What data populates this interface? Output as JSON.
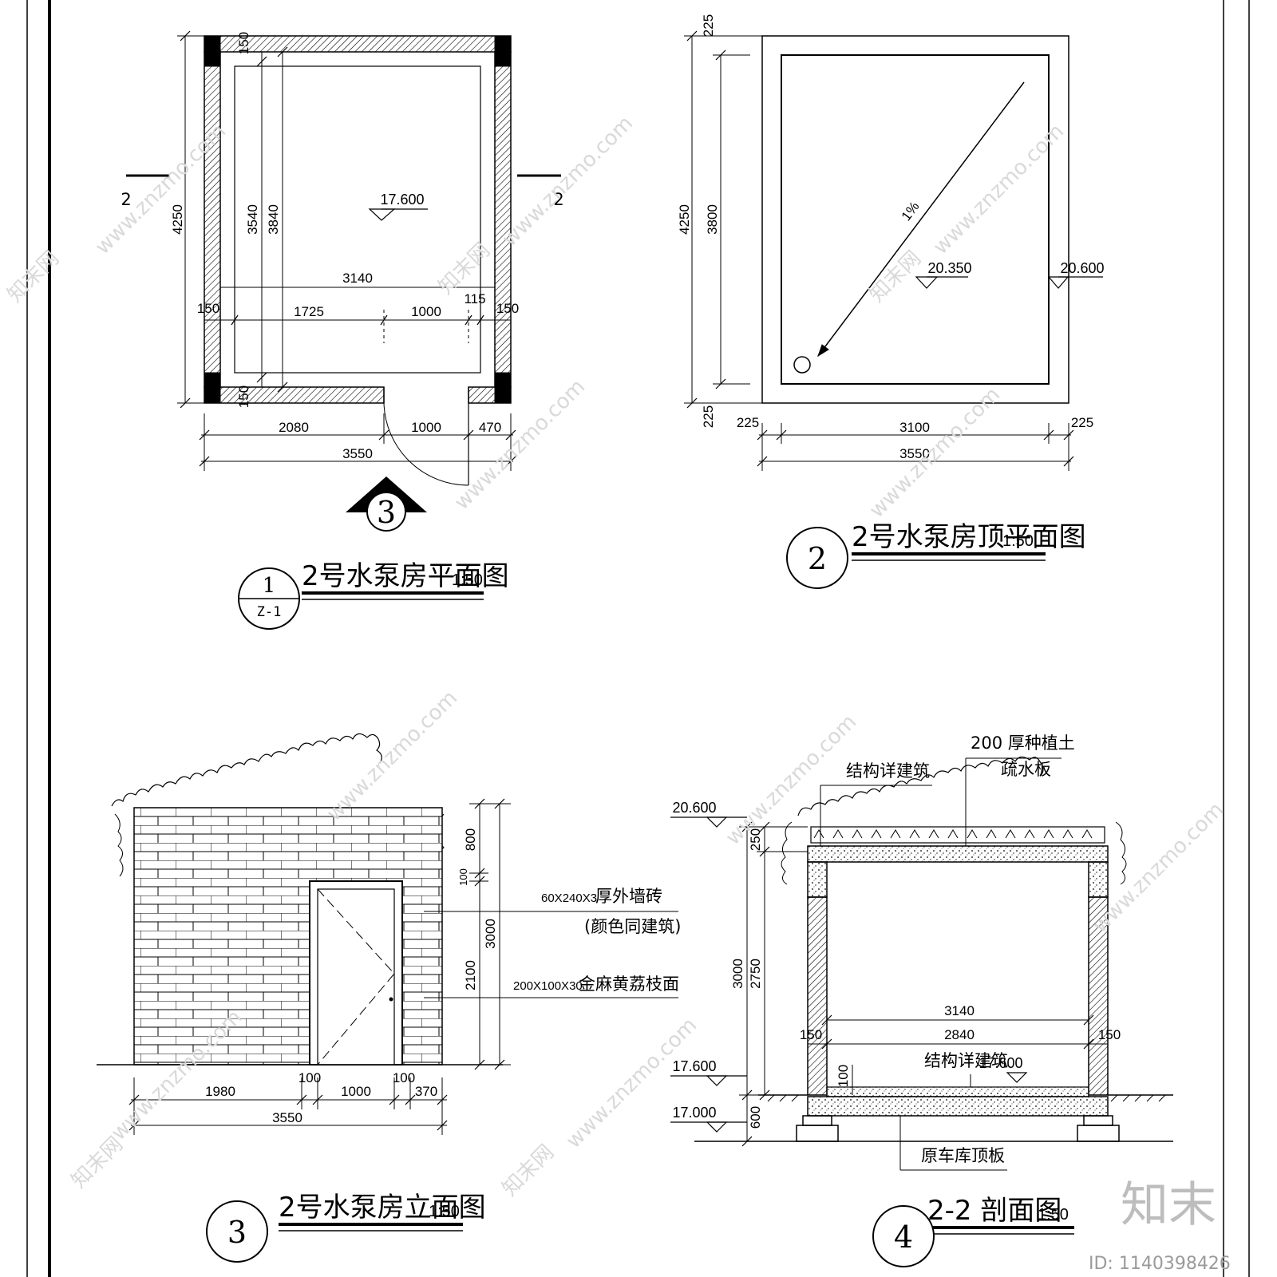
{
  "drawings": {
    "plan": {
      "title": "2号水泵房平面图",
      "scale": "1:50",
      "bubble_num": "1",
      "bubble_sub": "Z-1",
      "section_mark_left": "2",
      "section_mark_right": "2",
      "view_mark": "3",
      "level": "17.600",
      "dims": {
        "top_150": "150",
        "bottom_150": "150",
        "h_4250": "4250",
        "h_3540": "3540",
        "h_3840": "3840",
        "w_3140": "3140",
        "left_150": "150",
        "w_1725": "1725",
        "w_1000_in": "1000",
        "w_115": "115",
        "right_150": "150",
        "w_2080": "2080",
        "w_1000": "1000",
        "w_470": "470",
        "w_3550": "3550"
      }
    },
    "roof": {
      "title": "2号水泵房顶平面图",
      "scale": "1:50",
      "bubble_num": "2",
      "slope": "1%",
      "level_inner": "20.350",
      "level_outer": "20.600",
      "dims": {
        "top_225": "225",
        "bottom_225": "225",
        "h_4250": "4250",
        "h_3800": "3800",
        "left_225": "225",
        "w_3100": "3100",
        "right_225": "225",
        "w_3550": "3550"
      }
    },
    "elevation": {
      "title": "2号水泵房立面图",
      "scale": "1:50",
      "bubble_num": "3",
      "note_brick_spec": "60X240X3",
      "note_brick": "厚外墙砖",
      "note_brick_color": "(颜色同建筑)",
      "note_stone_spec": "200X100X30",
      "note_stone": "金麻黄荔枝面",
      "dims": {
        "h_800": "800",
        "h_100": "100",
        "h_3000": "3000",
        "h_2100": "2100",
        "w_1980": "1980",
        "w_100a": "100",
        "w_1000": "1000",
        "w_100b": "100",
        "w_370": "370",
        "w_3550": "3550"
      }
    },
    "section": {
      "title": "2-2 剖面图",
      "scale": "1:50",
      "bubble_num": "4",
      "note_struct_top": "结构详建筑",
      "note_soil": "200 厚种植土",
      "note_drain": "疏水板",
      "note_struct_floor": "结构详建筑",
      "note_garage": "原车库顶板",
      "level_top": "20.600",
      "level_mid": "17.600",
      "level_bot": "17.000",
      "level_floor": "17.600",
      "dims": {
        "h_250": "250",
        "h_2750": "2750",
        "h_3000": "3000",
        "h_600": "600",
        "w_3140": "3140",
        "w_2840": "2840",
        "left_150": "150",
        "right_150": "150",
        "h_100": "100"
      }
    }
  },
  "watermark": {
    "site": "www.znzmo.com",
    "brand": "知末网",
    "logo": "知末",
    "id": "ID: 1140398426"
  }
}
